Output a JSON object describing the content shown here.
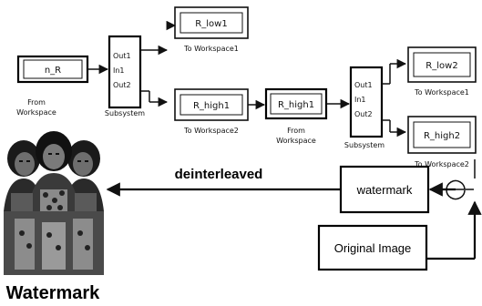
{
  "blocks": {
    "from_workspace_1": {
      "label": "n_R",
      "caption": [
        "From",
        "Workspace"
      ]
    },
    "subsystem_1": {
      "ports_out": [
        "Out1",
        "Out2"
      ],
      "port_in": "In1",
      "caption": "Subsystem"
    },
    "to_workspace_1": {
      "label": "R_low1",
      "caption": "To Workspace1"
    },
    "to_workspace_2": {
      "label": "R_high1",
      "caption": "To Workspace2"
    },
    "from_workspace_2": {
      "label": "R_high1",
      "caption": [
        "From",
        "Workspace"
      ]
    },
    "subsystem_2": {
      "ports_out": [
        "Out1",
        "Out2"
      ],
      "port_in": "In1",
      "caption": "Subsystem"
    },
    "to_workspace_3": {
      "label": "R_low2",
      "caption": "To Workspace1"
    },
    "to_workspace_4": {
      "label": "R_high2",
      "caption": "To Workspace2"
    },
    "watermark_block": {
      "label": "watermark"
    },
    "original_image_block": {
      "label": "Original Image"
    }
  },
  "flow_labels": {
    "deinterleaved": "deinterleaved"
  },
  "output": {
    "caption": "Watermark"
  }
}
